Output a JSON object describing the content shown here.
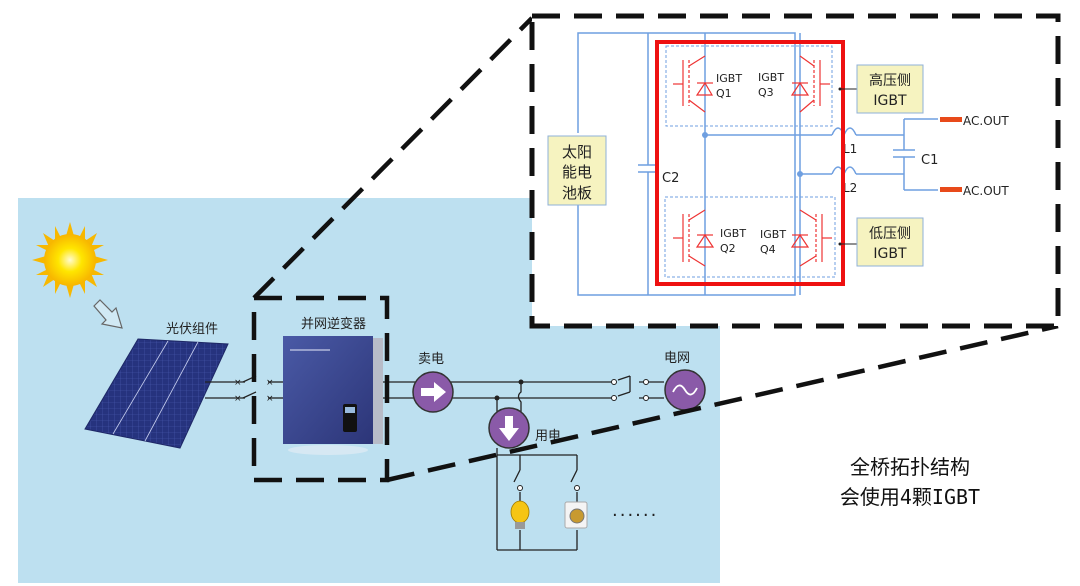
{
  "overview": {
    "pv_module_label": "光伏组件",
    "inverter_label": "并网逆变器",
    "sell_power_label": "卖电",
    "grid_label": "电网",
    "use_power_label": "用电",
    "ellipsis": "······"
  },
  "circuit": {
    "solar_panel_box": [
      "太阳",
      "能电",
      "池板"
    ],
    "capacitor_c2": "C2",
    "capacitor_c1": "C1",
    "inductor_l1": "L1",
    "inductor_l2": "L2",
    "igbt_q1": [
      "IGBT",
      "Q1"
    ],
    "igbt_q2": [
      "IGBT",
      "Q2"
    ],
    "igbt_q3": [
      "IGBT",
      "Q3"
    ],
    "igbt_q4": [
      "IGBT",
      "Q4"
    ],
    "high_side_box": [
      "高压侧",
      "IGBT"
    ],
    "low_side_box": [
      "低压侧",
      "IGBT"
    ],
    "ac_out_1": "AC.OUT",
    "ac_out_2": "AC.OUT"
  },
  "caption": {
    "line1": "全桥拓扑结构",
    "line2": "会使用4颗IGBT"
  },
  "colors": {
    "sky_bg": "#bde0f0",
    "wire_blue": "#6f9fe0",
    "highlight_red": "#ee1111",
    "label_box_fill": "#f6f3c0",
    "ac_terminal": "#e84a1a",
    "purple_circle": "#8a5aa8",
    "panel_blue": "#2e3b8a"
  }
}
